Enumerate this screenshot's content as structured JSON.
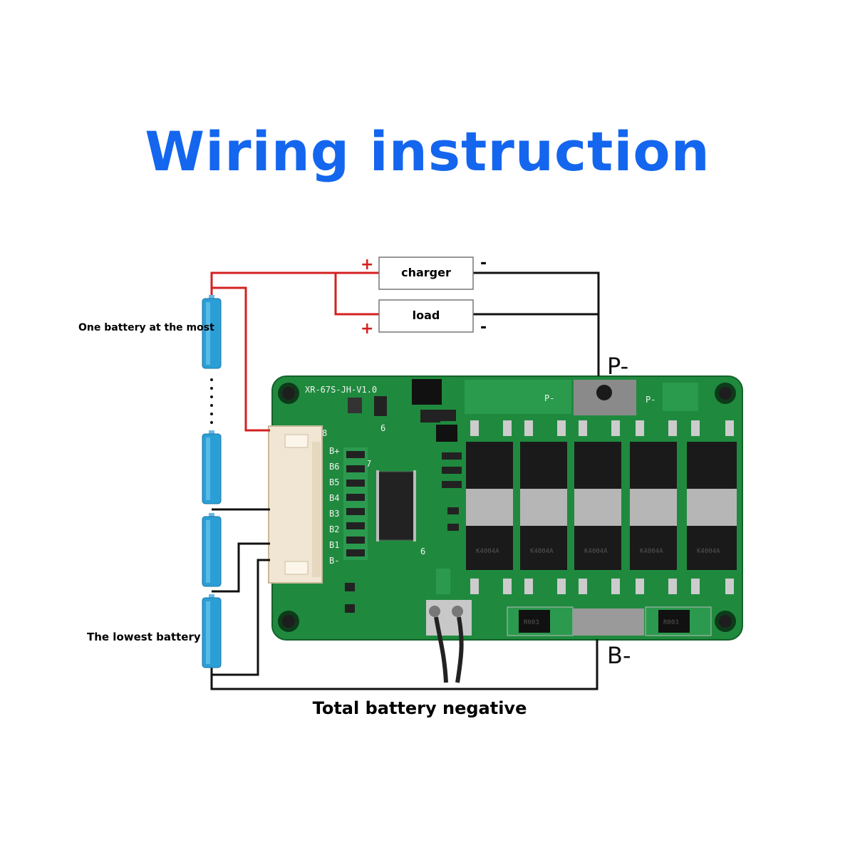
{
  "title": "Wiring instruction",
  "colors": {
    "title": "#1466ee",
    "positive_wire": "#d42020",
    "negative_wire": "#111111",
    "pcb": "#1f8a3e",
    "battery": "#2a9fd6"
  },
  "devices": {
    "charger": {
      "label": "charger",
      "plus": "+",
      "minus": "-"
    },
    "load": {
      "label": "load",
      "plus": "+",
      "minus": "-"
    }
  },
  "labels": {
    "top_battery": "One battery at the most",
    "lowest_battery": "The lowest battery",
    "total_negative": "Total battery negative",
    "p_minus": "P-",
    "b_minus": "B-"
  },
  "board": {
    "model": "XR-67S-JH-V1.0",
    "connector_pins": [
      "B+",
      "B6",
      "B5",
      "B4",
      "B3",
      "B2",
      "B1",
      "B-"
    ],
    "p_marks": [
      "P-",
      "P-"
    ],
    "mosfet_marking": "K4004A",
    "shunt_marking": "R003",
    "silk_numbers": [
      "8",
      "6",
      "7",
      "6"
    ]
  }
}
